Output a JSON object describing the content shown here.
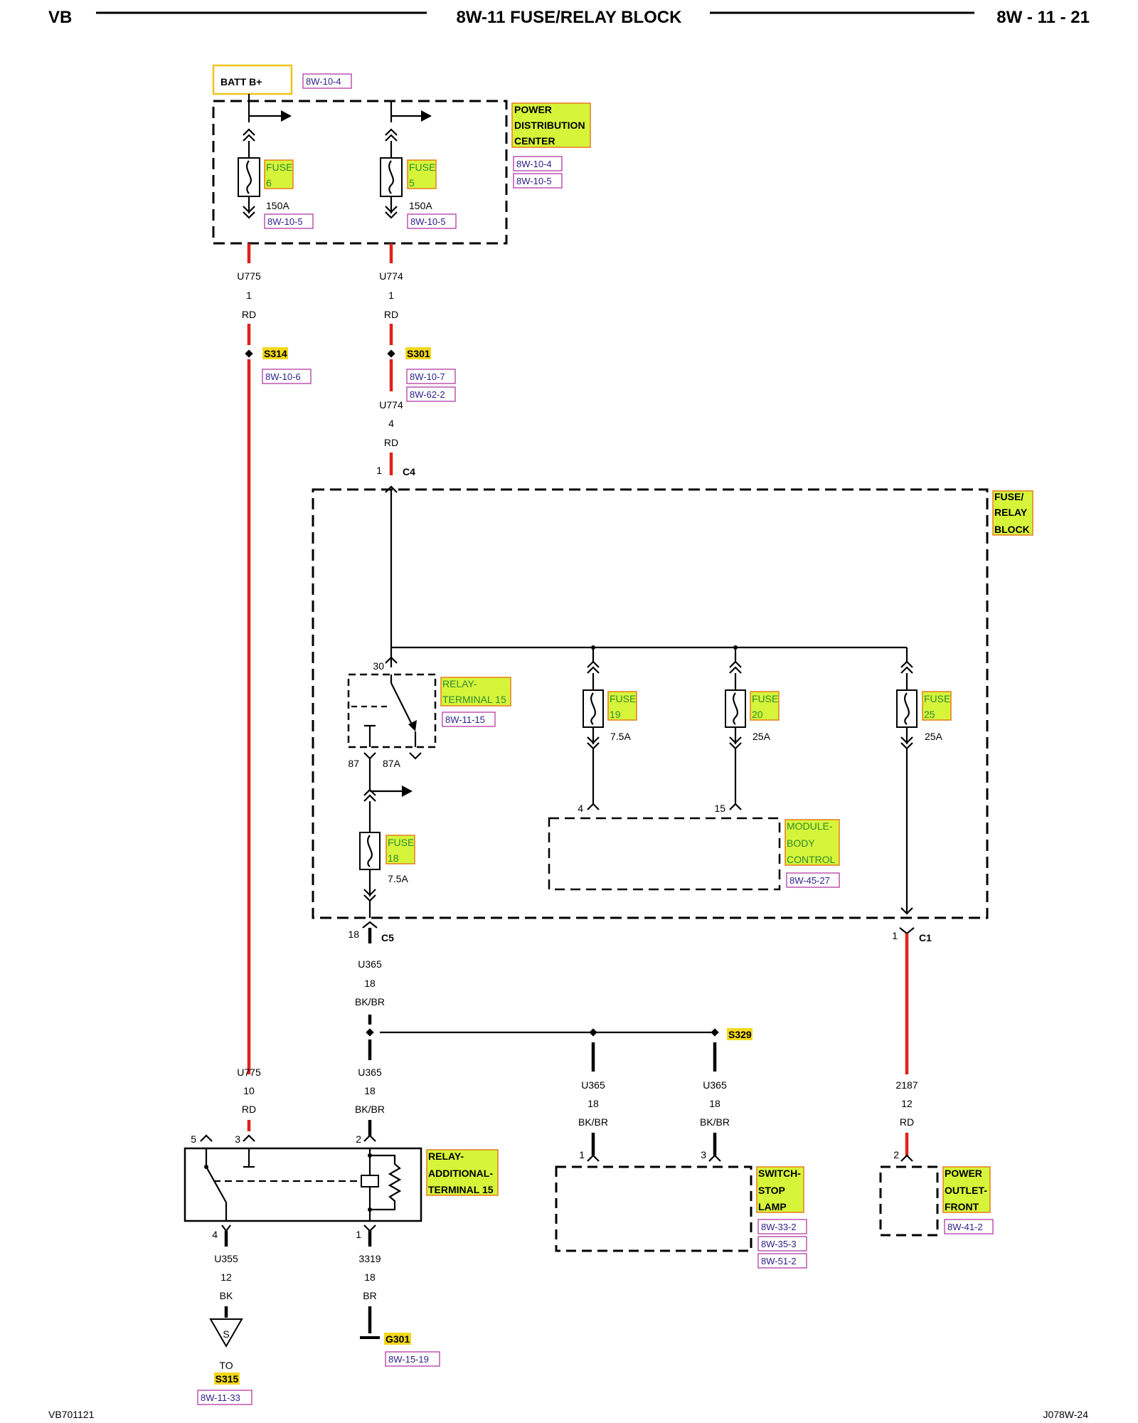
{
  "header": {
    "left": "VB",
    "center": "8W-11 FUSE/RELAY BLOCK",
    "right": "8W - 11 - 21"
  },
  "footer": {
    "left": "VB701121",
    "right": "J078W-24"
  },
  "source": {
    "label": "BATT B+",
    "ref": "8W-10-4"
  },
  "pdc": {
    "name_lines": [
      "POWER",
      "DISTRIBUTION",
      "CENTER"
    ],
    "refs": [
      "8W-10-4",
      "8W-10-5"
    ],
    "fuse_a": {
      "lines": [
        "FUSE",
        "6"
      ],
      "rating": "150A",
      "ref": "8W-10-5"
    },
    "fuse_b": {
      "lines": [
        "FUSE",
        "5"
      ],
      "rating": "150A",
      "ref": "8W-10-5"
    }
  },
  "wire_u775_top": {
    "circuit": "U775",
    "gauge": "1",
    "color": "RD"
  },
  "wire_u774_top": {
    "circuit": "U774",
    "gauge": "1",
    "color": "RD"
  },
  "splice_s314": {
    "id": "S314",
    "ref": "8W-10-6"
  },
  "splice_s301": {
    "id": "S301",
    "refs": [
      "8W-10-7",
      "8W-62-2"
    ]
  },
  "wire_u774_mid": {
    "circuit": "U774",
    "gauge": "4",
    "color": "RD"
  },
  "connector_c4": {
    "pin": "1",
    "id": "C4"
  },
  "frb": {
    "name_lines": [
      "FUSE/",
      "RELAY",
      "BLOCK"
    ],
    "relay_t15": {
      "lines": [
        "RELAY-",
        "TERMINAL 15"
      ],
      "ref": "8W-11-15",
      "pin_30": "30",
      "pin_87": "87",
      "pin_87a": "87A"
    },
    "fuse_19": {
      "lines": [
        "FUSE",
        "19"
      ],
      "rating": "7.5A"
    },
    "fuse_20": {
      "lines": [
        "FUSE",
        "20"
      ],
      "rating": "25A"
    },
    "fuse_25": {
      "lines": [
        "FUSE",
        "25"
      ],
      "rating": "25A"
    },
    "fuse_18": {
      "lines": [
        "FUSE",
        "18"
      ],
      "rating": "7.5A"
    },
    "bcm": {
      "lines": [
        "MODULE-",
        "BODY",
        "CONTROL"
      ],
      "ref": "8W-45-27",
      "pin_a": "4",
      "pin_b": "15"
    }
  },
  "connector_c5": {
    "pin": "18",
    "id": "C5"
  },
  "connector_c1": {
    "pin": "1",
    "id": "C1"
  },
  "wire_u365_a": {
    "circuit": "U365",
    "gauge": "18",
    "color": "BK/BR"
  },
  "splice_s329": {
    "id": "S329"
  },
  "wire_u775_bot": {
    "circuit": "U775",
    "gauge": "10",
    "color": "RD"
  },
  "wire_u365_b": {
    "circuit": "U365",
    "gauge": "18",
    "color": "BK/BR"
  },
  "wire_u365_c": {
    "circuit": "U365",
    "gauge": "18",
    "color": "BK/BR"
  },
  "wire_u365_d": {
    "circuit": "U365",
    "gauge": "18",
    "color": "BK/BR"
  },
  "wire_2187": {
    "circuit": "2187",
    "gauge": "12",
    "color": "RD"
  },
  "relay_add": {
    "lines": [
      "RELAY-",
      "ADDITIONAL-",
      "TERMINAL 15"
    ],
    "pin_5": "5",
    "pin_3": "3",
    "pin_2": "2",
    "pin_4": "4",
    "pin_1": "1"
  },
  "stop_switch": {
    "lines": [
      "SWITCH-",
      "STOP",
      "LAMP"
    ],
    "refs": [
      "8W-33-2",
      "8W-35-3",
      "8W-51-2"
    ],
    "pin_a": "1",
    "pin_b": "3"
  },
  "power_outlet": {
    "lines": [
      "POWER",
      "OUTLET-",
      "FRONT"
    ],
    "ref": "8W-41-2",
    "pin": "2"
  },
  "wire_u355": {
    "circuit": "U355",
    "gauge": "12",
    "color": "BK"
  },
  "wire_3319": {
    "circuit": "3319",
    "gauge": "18",
    "color": "BR"
  },
  "ground": {
    "id": "G301",
    "ref": "8W-15-19"
  },
  "to_s315": {
    "to": "TO",
    "id": "S315",
    "ref": "8W-11-33",
    "symbol": "S"
  },
  "colors": {
    "wire_red": "#e0201b",
    "highlight": "#d6f53a",
    "splice_tag": "#f3d81c"
  }
}
